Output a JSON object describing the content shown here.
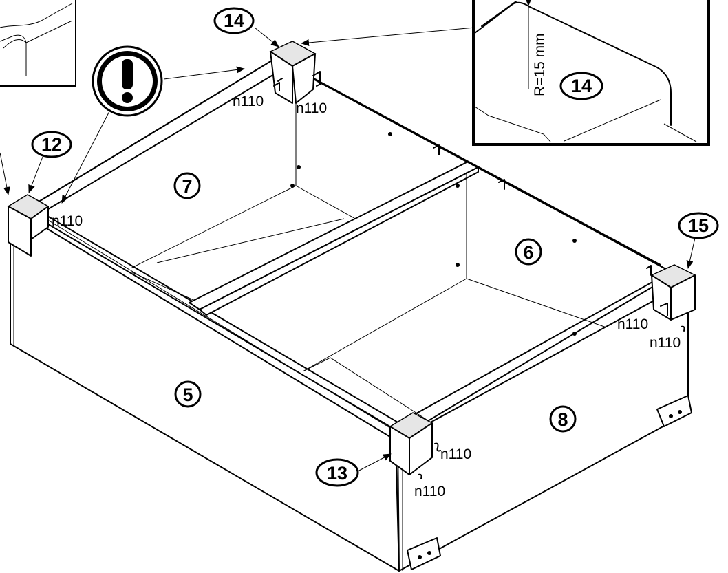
{
  "part_numbers": {
    "p5": "5",
    "p6": "6",
    "p7": "7",
    "p8": "8",
    "p12": "12",
    "p13": "13",
    "p14": "14",
    "p15": "15"
  },
  "detail_zoom": {
    "radius_label": "R=15 mm",
    "part_label": "14"
  },
  "hardware": {
    "code": "n110"
  },
  "warning": {
    "icon": "exclamation-warning-icon"
  },
  "colors": {
    "line": "#000000",
    "background": "#ffffff"
  }
}
